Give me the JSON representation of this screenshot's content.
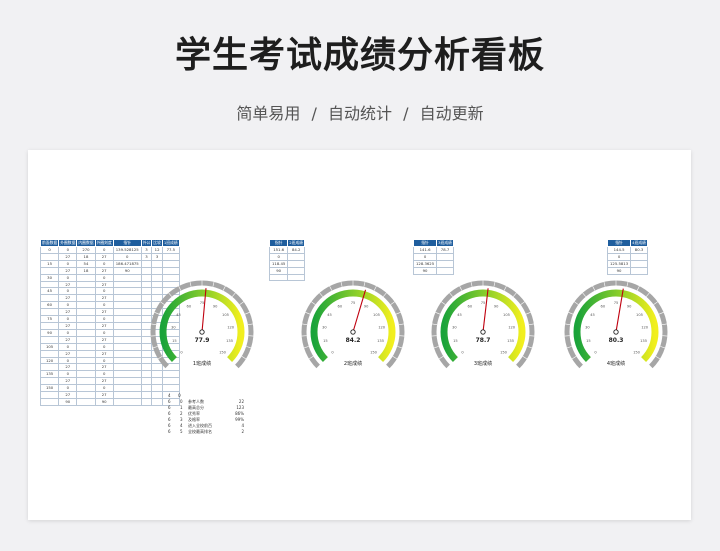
{
  "page": {
    "title": "学生考试成绩分析看板",
    "subtitle": [
      "简单易用",
      "自动统计",
      "自动更新"
    ],
    "separator": "/"
  },
  "data_table": {
    "headers": [
      "前面数据",
      "外圈数据",
      "内圈数据",
      "外圈刻度",
      "指针",
      "外公",
      "比较",
      "1班成绩"
    ],
    "rows": [
      [
        "0",
        "0",
        "270",
        "0",
        "139.528125",
        "3",
        "12",
        "77.5"
      ],
      [
        "",
        "27",
        "18",
        "27",
        "0",
        "3",
        "3",
        ""
      ],
      [
        "15",
        "0",
        "54",
        "0",
        "186.471875",
        "",
        "",
        ""
      ],
      [
        "",
        "27",
        "18",
        "27",
        "90",
        "",
        "",
        ""
      ],
      [
        "30",
        "0",
        "",
        "0",
        "",
        "",
        "",
        ""
      ],
      [
        "",
        "27",
        "",
        "27",
        "",
        "",
        "",
        ""
      ],
      [
        "45",
        "0",
        "",
        "0",
        "",
        "",
        "",
        ""
      ],
      [
        "",
        "27",
        "",
        "27",
        "",
        "",
        "",
        ""
      ],
      [
        "60",
        "0",
        "",
        "0",
        "",
        "",
        "",
        ""
      ],
      [
        "",
        "27",
        "",
        "27",
        "",
        "",
        "",
        ""
      ],
      [
        "75",
        "0",
        "",
        "0",
        "",
        "",
        "",
        ""
      ],
      [
        "",
        "27",
        "",
        "27",
        "",
        "",
        "",
        ""
      ],
      [
        "90",
        "0",
        "",
        "0",
        "",
        "",
        "",
        ""
      ],
      [
        "",
        "27",
        "",
        "27",
        "",
        "",
        "",
        ""
      ],
      [
        "105",
        "0",
        "",
        "0",
        "",
        "",
        "",
        ""
      ],
      [
        "",
        "27",
        "",
        "27",
        "",
        "",
        "",
        ""
      ],
      [
        "120",
        "0",
        "",
        "0",
        "",
        "",
        "",
        ""
      ],
      [
        "",
        "27",
        "",
        "27",
        "",
        "",
        "",
        ""
      ],
      [
        "135",
        "0",
        "",
        "0",
        "",
        "",
        "",
        ""
      ],
      [
        "",
        "27",
        "",
        "27",
        "",
        "",
        "",
        ""
      ],
      [
        "150",
        "0",
        "",
        "0",
        "",
        "",
        "",
        ""
      ],
      [
        "",
        "27",
        "",
        "27",
        "",
        "",
        "",
        ""
      ],
      [
        "",
        "90",
        "",
        "90",
        "",
        "",
        "",
        ""
      ]
    ]
  },
  "small_tables": [
    {
      "headers": [
        "指针",
        "2班成绩"
      ],
      "rows": [
        [
          "151.6",
          "84.2"
        ],
        [
          "0",
          ""
        ],
        [
          "118.45",
          ""
        ],
        [
          "90",
          ""
        ],
        [
          "",
          ""
        ]
      ]
    },
    {
      "headers": [
        "指针",
        "3班成绩"
      ],
      "rows": [
        [
          "141.6",
          "78.7"
        ],
        [
          "0",
          ""
        ],
        [
          "128.3625",
          ""
        ],
        [
          "90",
          ""
        ]
      ]
    },
    {
      "headers": [
        "指针",
        "4班成绩"
      ],
      "rows": [
        [
          "144.5",
          "80.3"
        ],
        [
          "0",
          ""
        ],
        [
          "125.5813",
          ""
        ],
        [
          "90",
          ""
        ]
      ]
    }
  ],
  "stats": {
    "marks": [
      "4",
      "0"
    ],
    "rows": [
      [
        "6",
        "0",
        "参考人数",
        "22"
      ],
      [
        "6",
        "1",
        "最高总分",
        "123"
      ],
      [
        "6",
        "2",
        "优秀率",
        "86%"
      ],
      [
        "6",
        "3",
        "及格率",
        "99%"
      ],
      [
        "6",
        "4",
        "进入全校前百",
        "4"
      ],
      [
        "6",
        "5",
        "全校最高排名",
        "2"
      ]
    ]
  },
  "gauges": [
    {
      "value": 77.9,
      "value_text": "77.9",
      "label": "1班成绩"
    },
    {
      "value": 84.2,
      "value_text": "84.2",
      "label": "2班成绩"
    },
    {
      "value": 78.7,
      "value_text": "78.7",
      "label": "3班成绩"
    },
    {
      "value": 80.3,
      "value_text": "80.3",
      "label": "4班成绩"
    }
  ],
  "gauge_scale": {
    "max": 150,
    "tick_labels": [
      "0",
      "15",
      "30",
      "45",
      "60",
      "75",
      "90",
      "105",
      "120",
      "135",
      "150"
    ]
  },
  "colors": {
    "table_header": "#1f5e9e",
    "gauge_green": "#1aa33a",
    "gauge_yellow": "#f2ef1e",
    "gauge_ring": "#a6a6a6",
    "needle": "#c0000f"
  }
}
